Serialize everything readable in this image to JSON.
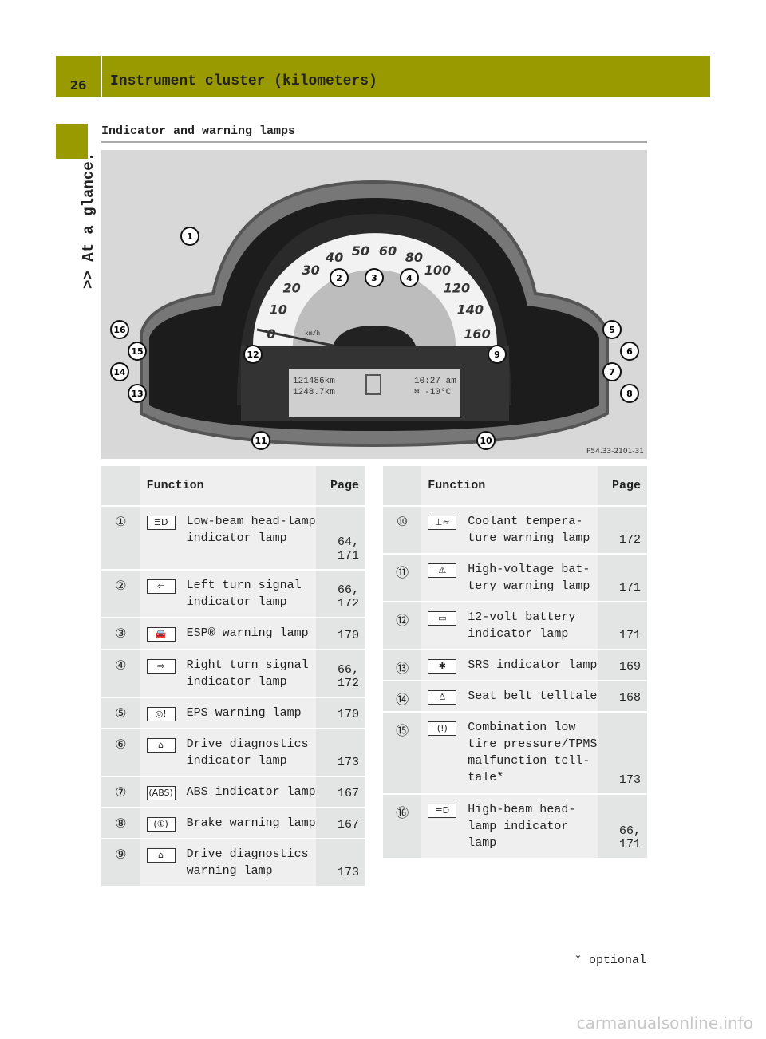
{
  "header": {
    "page_number": "26",
    "title": "Instrument cluster (kilometers)"
  },
  "sidebar": {
    "label": ">> At a glance."
  },
  "section": {
    "heading": "Indicator and warning lamps"
  },
  "figure": {
    "code": "P54.33-2101-31",
    "odometer": "121486km",
    "trip": "1248.7km",
    "time": "10:27 am",
    "temp": "❄ -10°C",
    "unit": "km/h",
    "speeds": [
      "0",
      "10",
      "20",
      "30",
      "40",
      "50",
      "60",
      "80",
      "100",
      "120",
      "140",
      "160"
    ],
    "callouts": [
      "1",
      "2",
      "3",
      "4",
      "5",
      "6",
      "7",
      "8",
      "9",
      "10",
      "11",
      "12",
      "13",
      "14",
      "15",
      "16"
    ]
  },
  "table_left": {
    "col_function": "Function",
    "col_page": "Page",
    "rows": [
      {
        "num": "①",
        "icon": "≣D",
        "text": "Low-beam head-lamp indicator lamp",
        "page": "64, 171"
      },
      {
        "num": "②",
        "icon": "⇦",
        "text": "Left turn signal indicator lamp",
        "page": "66, 172"
      },
      {
        "num": "③",
        "icon": "🚘",
        "text": "ESP® warning lamp",
        "page": "170"
      },
      {
        "num": "④",
        "icon": "⇨",
        "text": "Right turn signal indicator lamp",
        "page": "66, 172"
      },
      {
        "num": "⑤",
        "icon": "◎!",
        "text": "EPS warning lamp",
        "page": "170"
      },
      {
        "num": "⑥",
        "icon": "⌂",
        "text": "Drive diagnostics indicator lamp",
        "page": "173"
      },
      {
        "num": "⑦",
        "icon": "(ABS)",
        "text": "ABS indicator lamp",
        "page": "167"
      },
      {
        "num": "⑧",
        "icon": "(①)",
        "text": "Brake warning lamp",
        "page": "167"
      },
      {
        "num": "⑨",
        "icon": "⌂",
        "text": "Drive diagnostics warning lamp",
        "page": "173"
      }
    ]
  },
  "table_right": {
    "col_function": "Function",
    "col_page": "Page",
    "rows": [
      {
        "num": "⑩",
        "icon": "⊥≈",
        "text": "Coolant tempera-ture warning lamp",
        "page": "172"
      },
      {
        "num": "⑪",
        "icon": "⚠",
        "text": "High-voltage bat-tery warning lamp",
        "page": "171"
      },
      {
        "num": "⑫",
        "icon": "▭",
        "text": "12-volt battery indicator lamp",
        "page": "171"
      },
      {
        "num": "⑬",
        "icon": "✱",
        "text": "SRS indicator lamp",
        "page": "169"
      },
      {
        "num": "⑭",
        "icon": "♙",
        "text": "Seat belt telltale",
        "page": "168"
      },
      {
        "num": "⑮",
        "icon": "(!)",
        "text": "Combination low tire pressure/TPMS malfunction tell-tale*",
        "page": "173"
      },
      {
        "num": "⑯",
        "icon": "≡D",
        "text": "High-beam head-lamp indicator lamp",
        "page": "66, 171"
      }
    ]
  },
  "footer": {
    "note": "* optional"
  },
  "watermark": "carmanualsonline.info"
}
